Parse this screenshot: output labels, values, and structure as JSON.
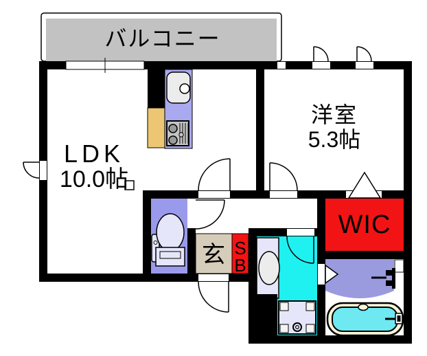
{
  "balcony": {
    "label": "バルコニー"
  },
  "rooms": {
    "ldk": {
      "name": "LDK",
      "size": "10.0帖"
    },
    "bedroom": {
      "name": "洋室",
      "size": "5.3帖"
    },
    "wic": {
      "label": "WIC"
    },
    "entrance": {
      "label": "玄"
    },
    "shoe_box": {
      "top": "S",
      "bottom": "B"
    }
  },
  "fixtures": {
    "kitchen_sink": "kitchen-sink-with-faucet",
    "stove": "two-burner-gas-stove",
    "kitchen_block": "kitchen-side-counter",
    "toilet": "toilet-with-tank",
    "washbasin": "washbasin-vanity",
    "washing_machine": "washing-machine-pan",
    "bathtub": "bathtub-with-faucet",
    "shower": "bath-faucet",
    "doors": "hinged-door-arcs",
    "folding_doors": "folding-door-triangles",
    "windows": "casement-and-sliding-windows"
  },
  "colors": {
    "wall": "#000000",
    "balcony": "#c2c2c2",
    "toilet_room": "#9a9aec",
    "kitchen_counter": "#a9a9f0",
    "kitchen_block": "#ecc673",
    "entrance_floor": "#d6ccba",
    "accent_red": "#f21414",
    "washroom_floor": "#1ff0f0",
    "bathroom_floor": "#9a9adf",
    "bathtub_rim": "#f8f4d8",
    "bathtub_water": "#6ee9f2",
    "fixture_lavender": "#e6e6fa",
    "sink_gray": "#ececec",
    "stove_gray": "#c4c4c4"
  }
}
